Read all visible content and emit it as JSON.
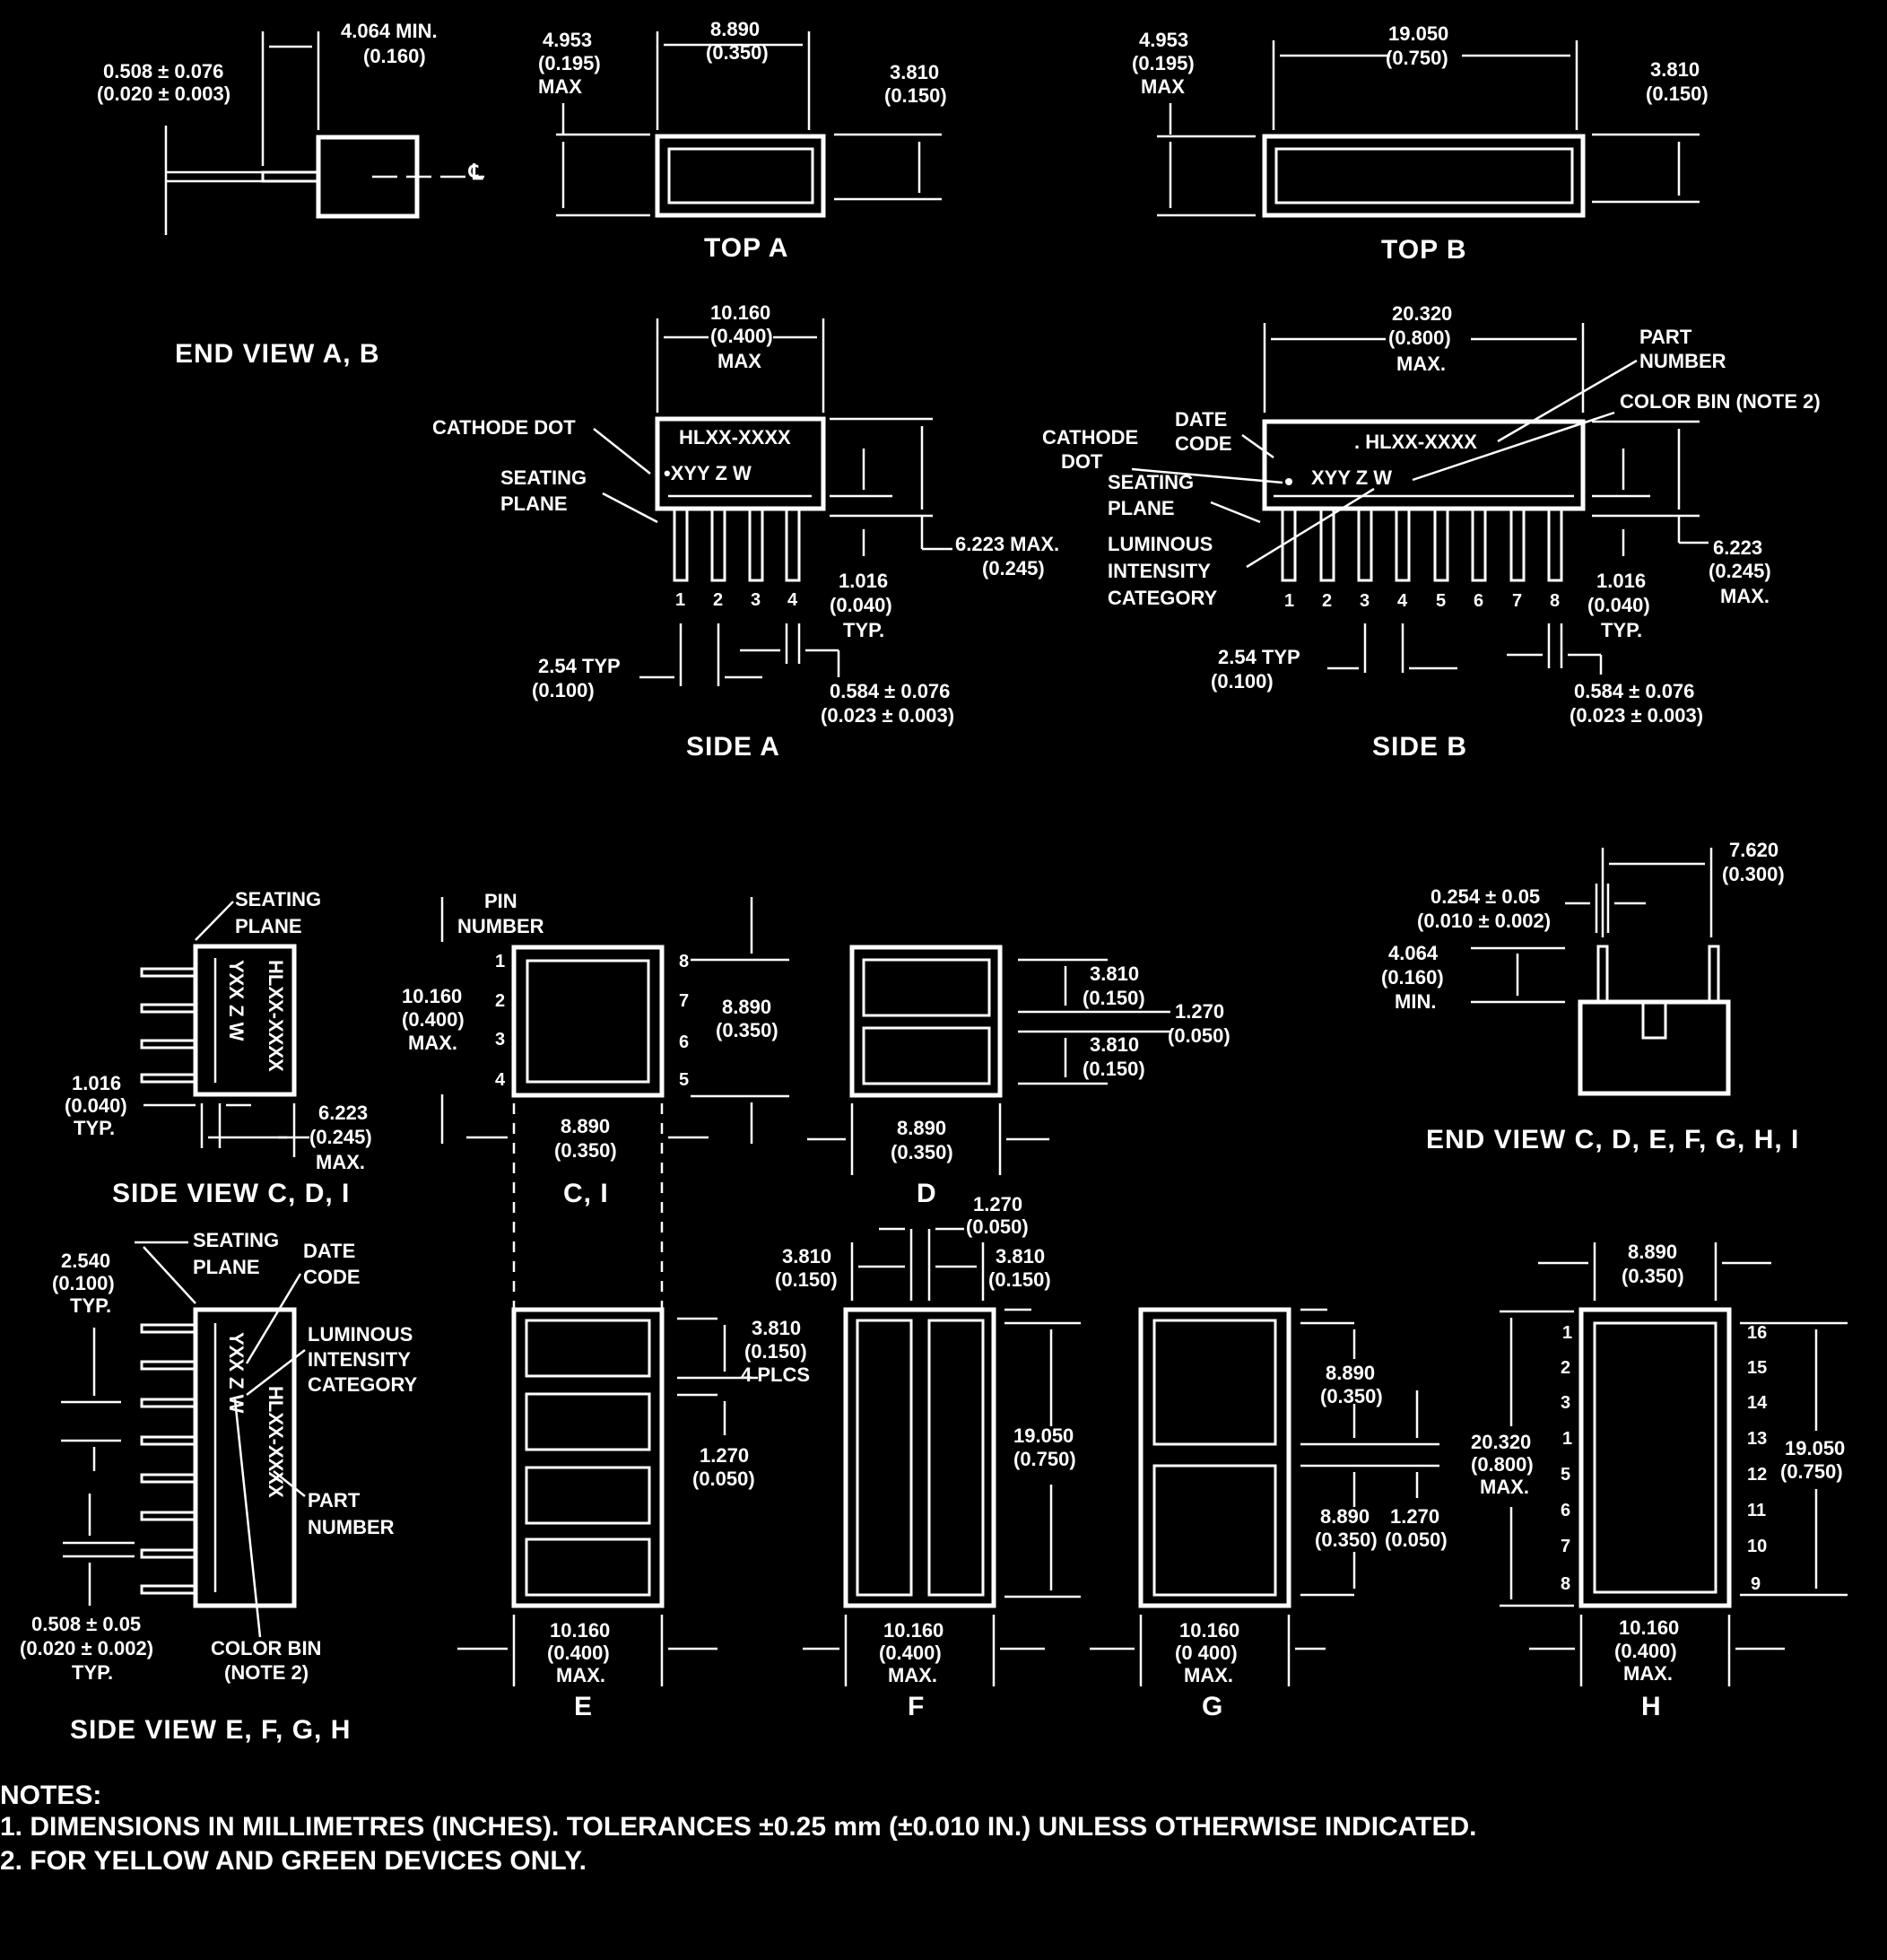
{
  "end_view_ab": {
    "title": "END VIEW A, B",
    "lead_dim_mm": "0.508 ± 0.076",
    "lead_dim_in": "(0.020 ± 0.003)",
    "length_mm": "4.064 MIN.",
    "length_in": "(0.160)",
    "cl_symbol": "℄"
  },
  "top_a": {
    "title": "TOP A",
    "height_mm": "4.953",
    "height_in": "(0.195)",
    "height_max": "MAX",
    "width_mm": "8.890",
    "width_in": "(0.350)",
    "inner_mm": "3.810",
    "inner_in": "(0.150)"
  },
  "top_b": {
    "title": "TOP B",
    "height_mm": "4.953",
    "height_in": "(0.195)",
    "height_max": "MAX",
    "width_mm": "19.050",
    "width_in": "(0.750)",
    "inner_mm": "3.810",
    "inner_in": "(0.150)"
  },
  "side_a": {
    "title": "SIDE A",
    "width_mm": "10.160",
    "width_in": "(0.400)",
    "width_max": "MAX",
    "part_label": "HLXX-XXXX",
    "code_label": "•XYY  Z  W",
    "cathode_dot": "CATHODE DOT",
    "seating_1": "SEATING",
    "seating_2": "PLANE",
    "pins": [
      "1",
      "2",
      "3",
      "4"
    ],
    "height_label": "6.223 MAX.",
    "height_in": "(0.245)",
    "seat_mm": "1.016",
    "seat_in": "(0.040)",
    "seat_typ": "TYP.",
    "pitch_mm": "2.54 TYP",
    "pitch_in": "(0.100)",
    "lead_mm": "0.584 ± 0.076",
    "lead_in": "(0.023 ± 0.003)"
  },
  "side_b": {
    "title": "SIDE B",
    "width_mm": "20.320",
    "width_in": "(0.800)",
    "width_max": "MAX.",
    "part_1": "PART",
    "part_2": "NUMBER",
    "color_bin": "COLOR BIN (NOTE 2)",
    "date_1": "DATE",
    "date_2": "CODE",
    "cathode_1": "CATHODE",
    "cathode_2": "DOT",
    "seating_1": "SEATING",
    "seating_2": "PLANE",
    "lum_1": "LUMINOUS",
    "lum_2": "INTENSITY",
    "lum_3": "CATEGORY",
    "part_label": ". HLXX-XXXX",
    "code_label": "XYY  Z  W",
    "pins": [
      "1",
      "2",
      "3",
      "4",
      "5",
      "6",
      "7",
      "8"
    ],
    "height_mm": "6.223",
    "height_in": "(0.245)",
    "height_max": "MAX.",
    "seat_mm": "1.016",
    "seat_in": "(0.040)",
    "seat_typ": "TYP.",
    "pitch_mm": "2.54 TYP",
    "pitch_in": "(0.100)",
    "lead_mm": "0.584 ± 0.076",
    "lead_in": "(0.023 ± 0.003)"
  },
  "side_view_cdi": {
    "title": "SIDE VIEW C, D, I",
    "seating_1": "SEATING",
    "seating_2": "PLANE",
    "part_label": "HLXX-XXXX",
    "code_label": "YXX Z W",
    "seat_mm": "1.016",
    "seat_in": "(0.040)",
    "seat_typ": "TYP.",
    "depth_mm": "6.223",
    "depth_in": "(0.245)",
    "depth_max": "MAX."
  },
  "view_ci": {
    "title": "C, I",
    "pin_1": "PIN",
    "pin_2": "NUMBER",
    "height_mm": "10.160",
    "height_in": "(0.400)",
    "height_max": "MAX.",
    "left_pins": [
      "1",
      "2",
      "3",
      "4"
    ],
    "right_pins": [
      "8",
      "7",
      "6",
      "5"
    ],
    "seg_mm": "8.890",
    "seg_in": "(0.350)",
    "width_mm": "8.890",
    "width_in": "(0.350)"
  },
  "view_d": {
    "title": "D",
    "seg_mm": "3.810",
    "seg_in": "(0.150)",
    "gap_mm": "1.270",
    "gap_in": "(0.050)",
    "seg2_mm": "3.810",
    "seg2_in": "(0.150)",
    "width_mm": "8.890",
    "width_in": "(0.350)"
  },
  "end_view_cdefghi": {
    "title": "END VIEW C, D, E, F, G, H, I",
    "span_mm": "7.620",
    "span_in": "(0.300)",
    "lead_mm": "0.254 ± 0.05",
    "lead_in": "(0.010 ± 0.002)",
    "len_mm": "4.064",
    "len_in": "(0.160)",
    "len_min": "MIN."
  },
  "side_view_efgh": {
    "title": "SIDE VIEW E, F, G, H",
    "pitch_mm": "2.540",
    "pitch_in": "(0.100)",
    "pitch_typ": "TYP.",
    "seating_1": "SEATING",
    "seating_2": "PLANE",
    "date_1": "DATE",
    "date_2": "CODE",
    "lum_1": "LUMINOUS",
    "lum_2": "INTENSITY",
    "lum_3": "CATEGORY",
    "part_1": "PART",
    "part_2": "NUMBER",
    "color_1": "COLOR BIN",
    "color_2": "(NOTE 2)",
    "lead_mm": "0.508 ± 0.05",
    "lead_in": "(0.020 ± 0.002)",
    "lead_typ": "TYP.",
    "part_label": "HLXX-XXXX",
    "code_label": "YXX Z W"
  },
  "view_e": {
    "title": "E",
    "seg_mm": "3.810",
    "seg_in": "(0.150)",
    "seg_count": "4 PLCS",
    "gap_mm": "1.270",
    "gap_in": "(0.050)",
    "width_mm": "10.160",
    "width_in": "(0.400)",
    "width_max": "MAX."
  },
  "view_f": {
    "title": "F",
    "gap_mm": "1.270",
    "gap_in": "(0.050)",
    "left_mm": "3.810",
    "left_in": "(0.150)",
    "right_mm": "3.810",
    "right_in": "(0.150)",
    "height_mm": "19.050",
    "height_in": "(0.750)",
    "width_mm": "10.160",
    "width_in": "(0.400)",
    "width_max": "MAX."
  },
  "view_g": {
    "title": "G",
    "seg_mm": "8.890",
    "seg_in": "(0.350)",
    "seg2_mm": "8.890",
    "seg2_in": "(0.350)",
    "gap_mm": "1.270",
    "gap_in": "(0.050)",
    "width_mm": "10.160",
    "width_in": "(0 400)",
    "width_max": "MAX."
  },
  "view_h": {
    "title": "H",
    "top_mm": "8.890",
    "top_in": "(0.350)",
    "height_mm": "20.320",
    "height_in": "(0.800)",
    "height_max": "MAX.",
    "left_pins": [
      "1",
      "2",
      "3",
      "1",
      "5",
      "6",
      "7",
      "8"
    ],
    "right_pins": [
      "16",
      "15",
      "14",
      "13",
      "12",
      "11",
      "10",
      "9"
    ],
    "seg_mm": "19.050",
    "seg_in": "(0.750)",
    "width_mm": "10.160",
    "width_in": "(0.400)",
    "width_max": "MAX."
  },
  "notes": {
    "heading": "NOTES:",
    "note1": "1. DIMENSIONS IN MILLIMETRES (INCHES). TOLERANCES ±0.25 mm (±0.010 IN.) UNLESS OTHERWISE INDICATED.",
    "note2": "2. FOR YELLOW AND GREEN DEVICES ONLY."
  }
}
